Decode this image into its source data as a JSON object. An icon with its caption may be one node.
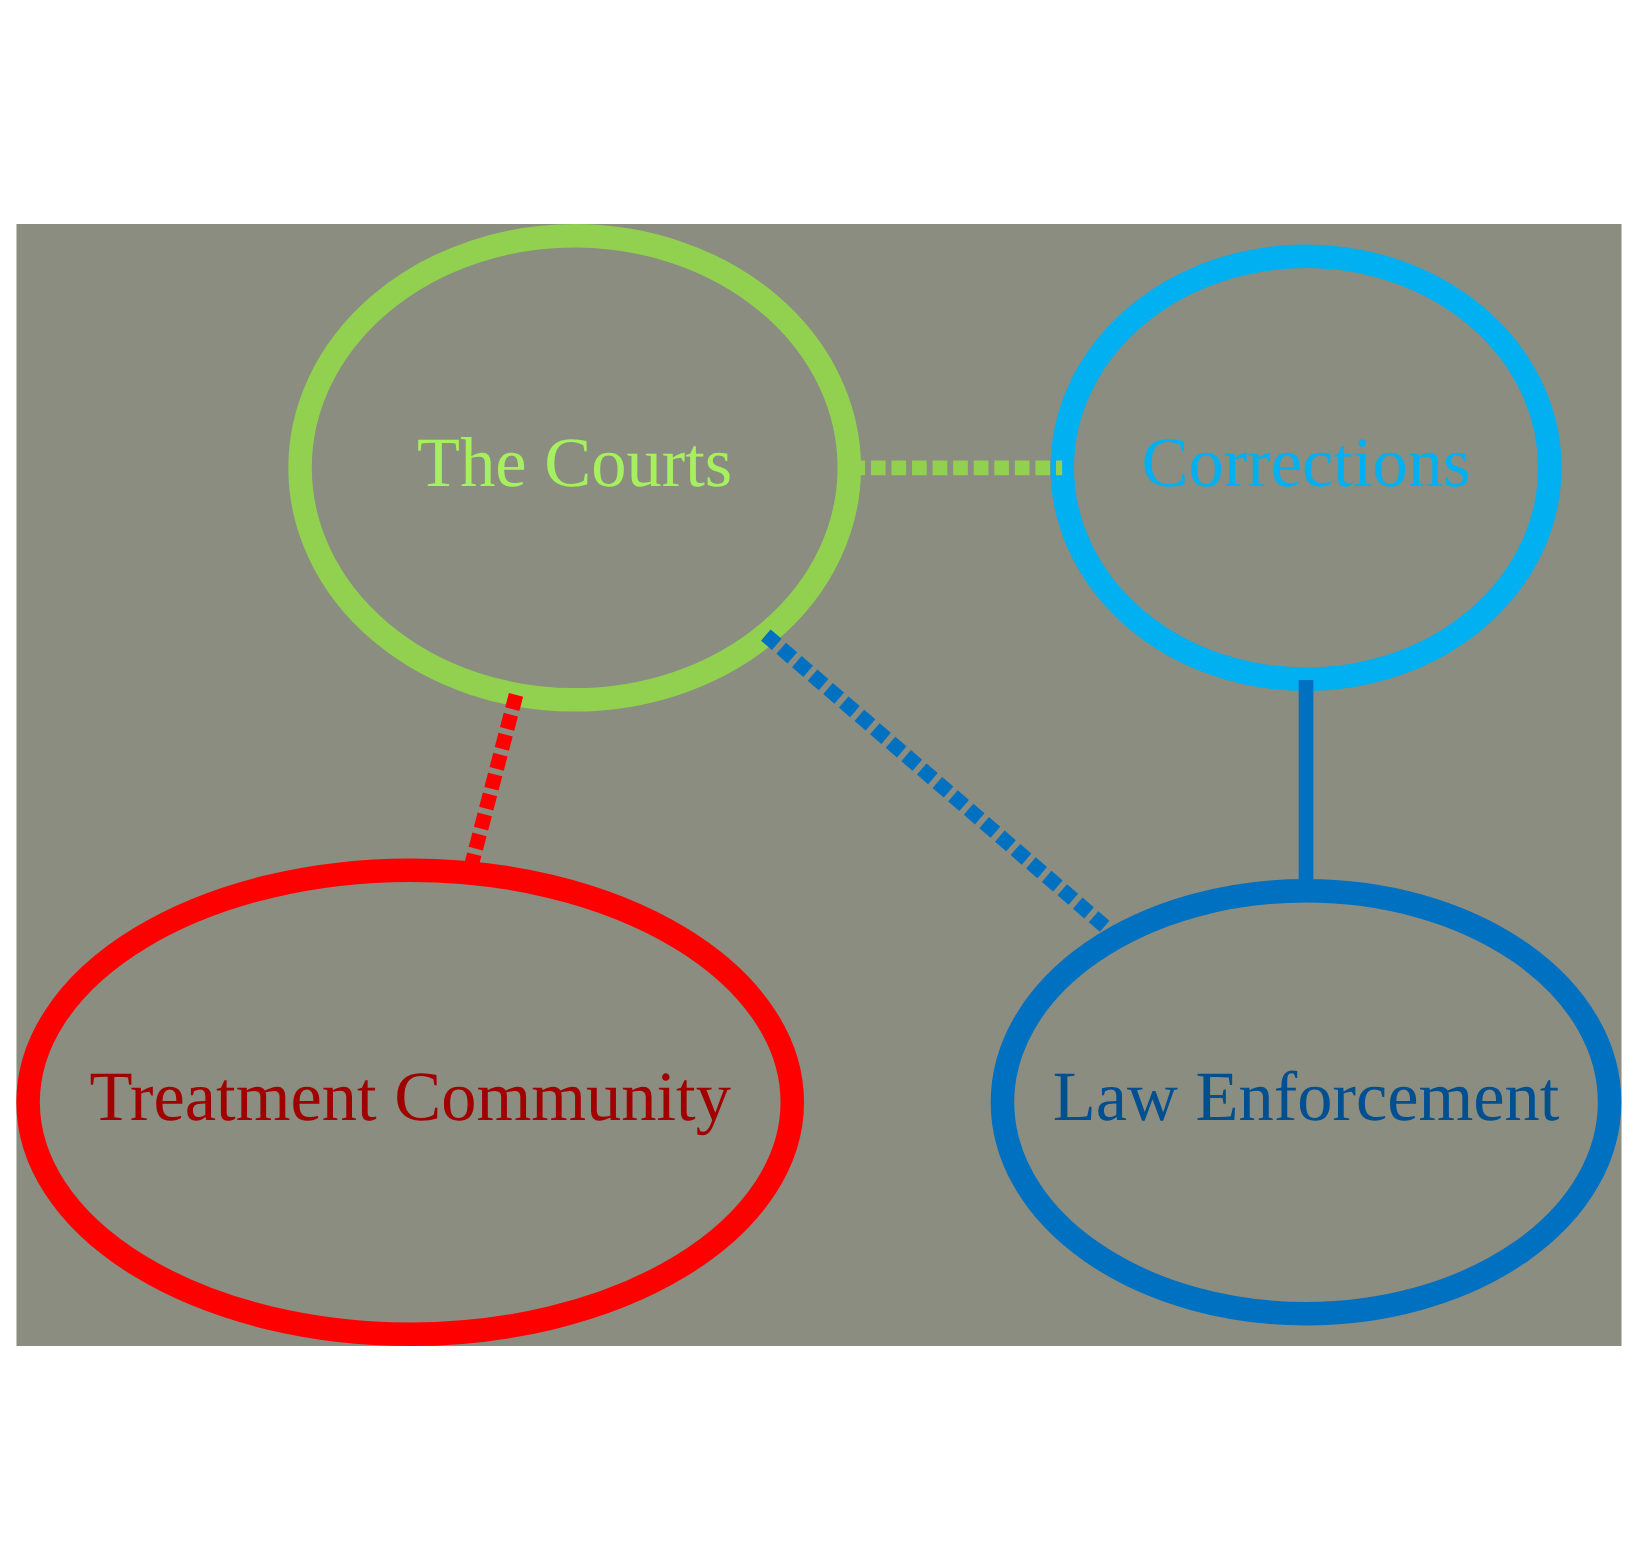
{
  "diagram": {
    "nodes": [
      {
        "text": [
          "The Courts"
        ]
      },
      {
        "text": [
          "Corrections"
        ]
      },
      {
        "text": [
          "Law Enforcement"
        ]
      },
      {
        "text": [
          "Treatment Community"
        ]
      }
    ],
    "edges": [
      {
        "from": 0,
        "to": 1,
        "arrow": "none",
        "style": "dashed",
        "color": "#92d050"
      },
      {
        "from": 1,
        "to": 2,
        "arrow": "none",
        "color": "#0070c0"
      },
      {
        "from": 0,
        "to": 2,
        "arrow": "none",
        "style": "dashed",
        "color": "#0070c0"
      },
      {
        "from": 0,
        "to": 3,
        "arrow": "none",
        "style": "dashed",
        "color": "#ff0000"
      }
    ]
  }
}
